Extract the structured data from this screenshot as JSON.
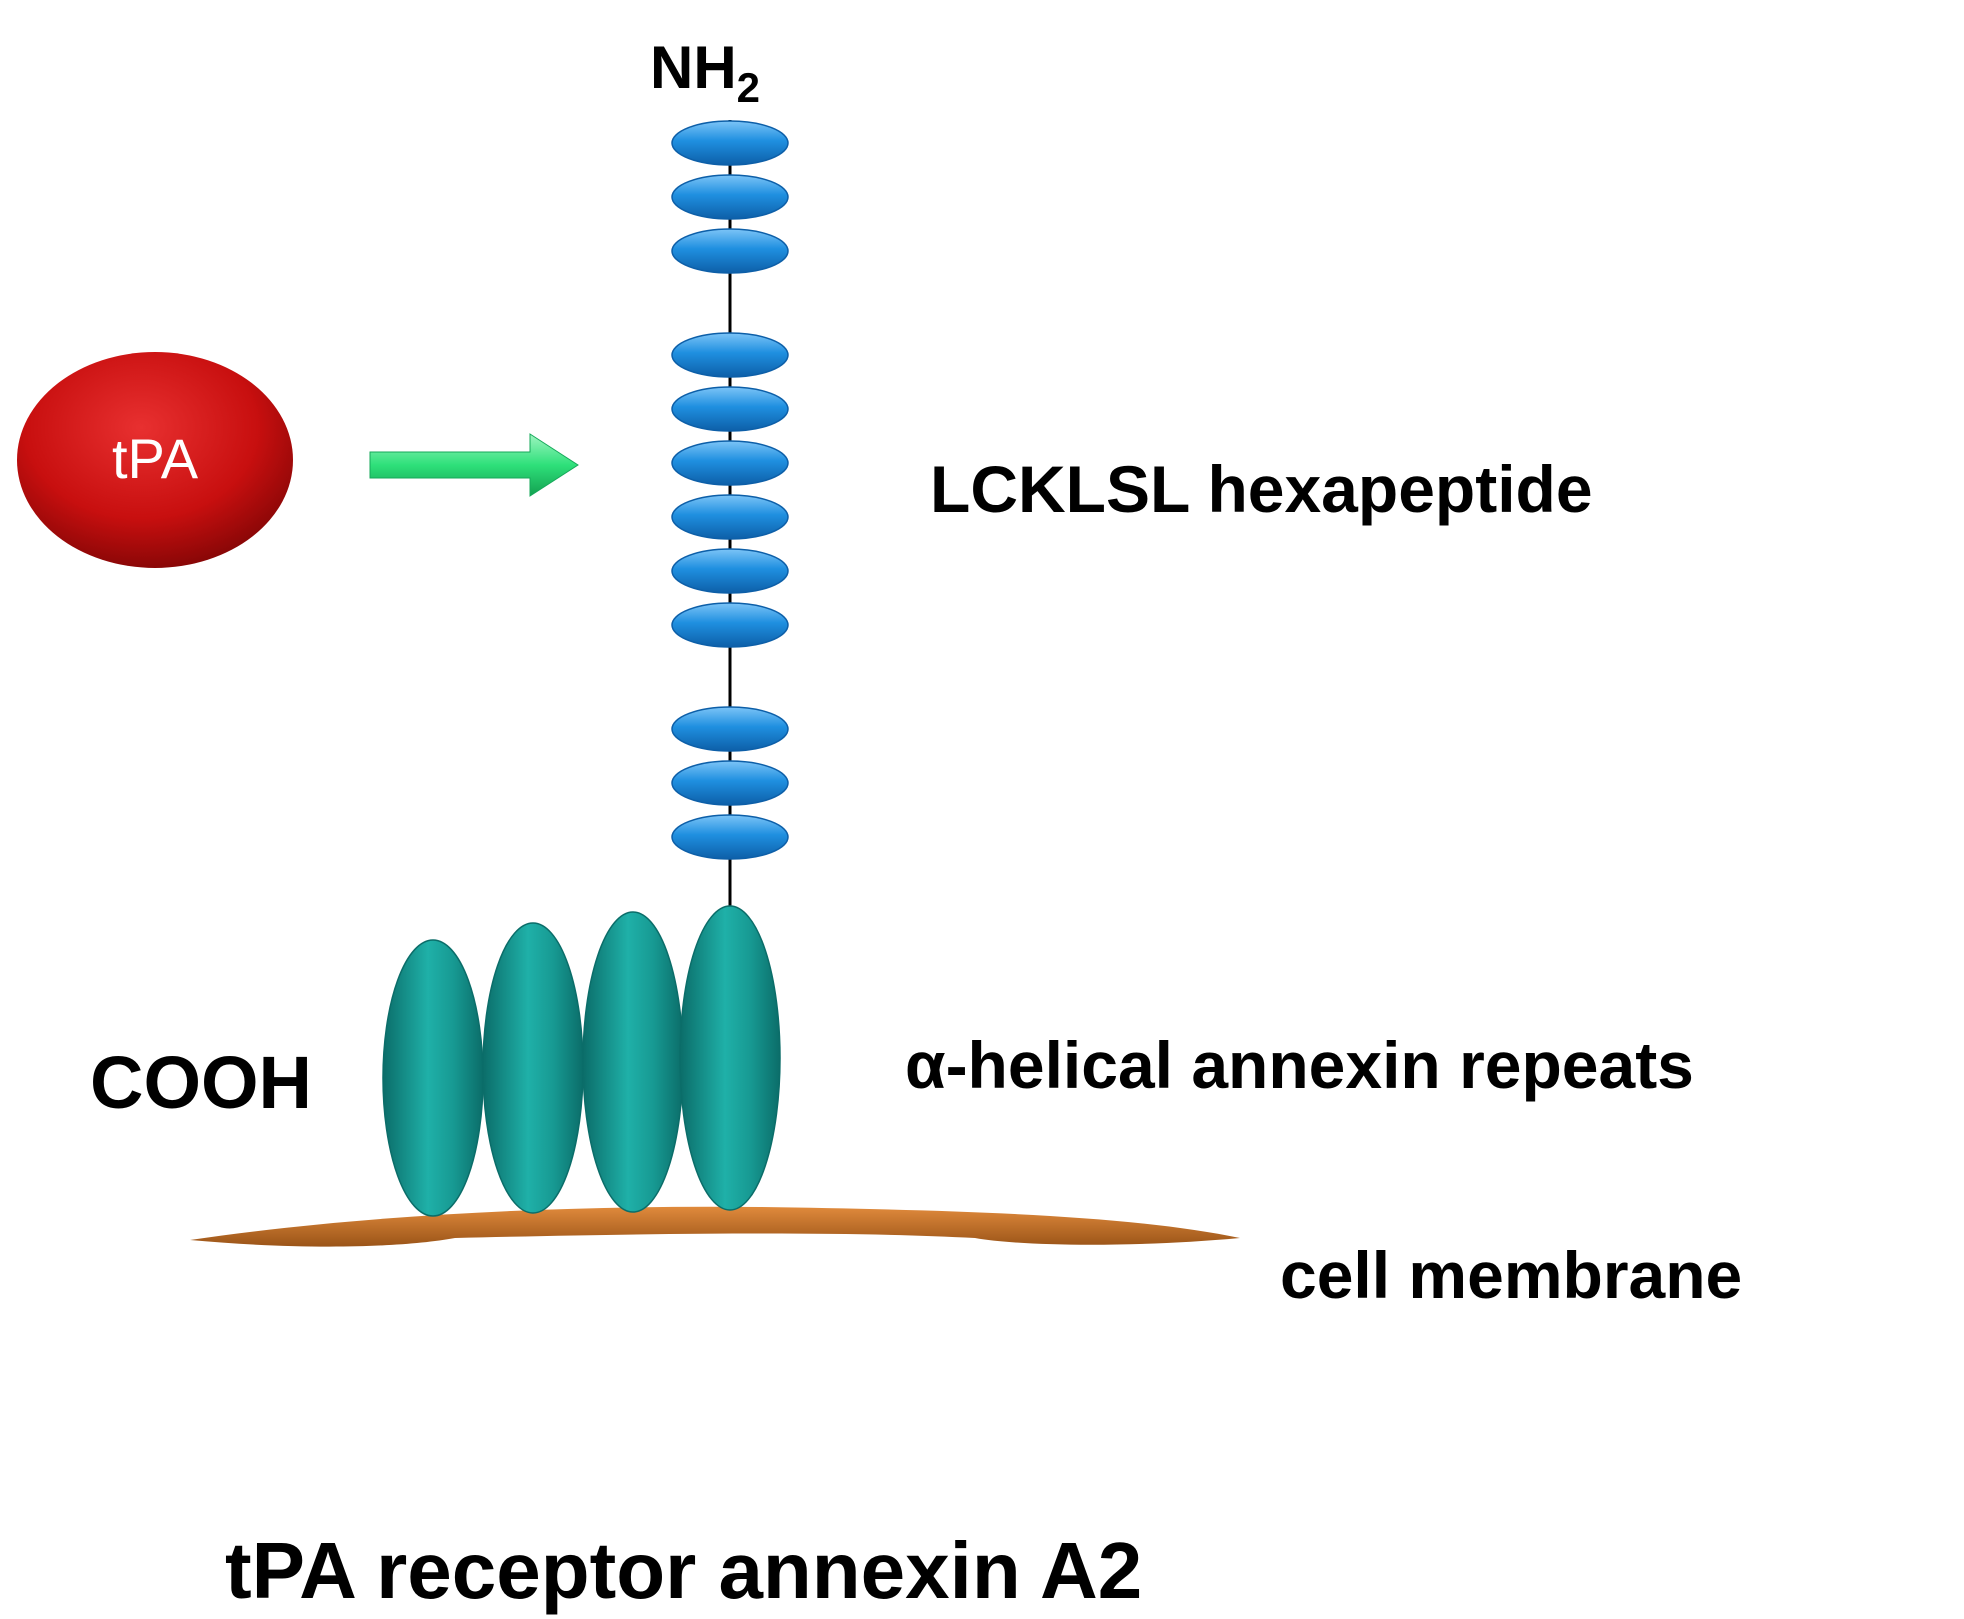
{
  "title": "tPA receptor annexin A2",
  "ligand": {
    "label": "tPA"
  },
  "terminals": {
    "n_terminal_main": "NH",
    "n_terminal_sub": "2",
    "c_terminal": "COOH"
  },
  "labels": {
    "hexapeptide": "LCKLSL hexapeptide",
    "annexin_repeats": "α-helical annexin repeats",
    "membrane": "cell membrane"
  },
  "structure": {
    "peptide_segment_counts": [
      3,
      6,
      3
    ],
    "annexin_repeat_count": 4
  },
  "colors": {
    "peptide": "#1f8fe0",
    "peptide_dark": "#0d5fa8",
    "annexin": "#1a9e98",
    "annexin_dark": "#0b6d69",
    "membrane": "#c9742a",
    "tpa": "#c80f0f",
    "arrow": "#2ee07a"
  }
}
